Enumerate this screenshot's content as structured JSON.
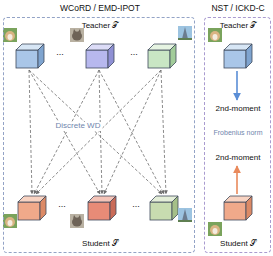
{
  "diagram": {
    "nodes": [
      {
        "text": [
          "WCoRD / EMD-IPOT",
          "Teacher 𝒯",
          "Discrete WD",
          "Student 𝒮"
        ]
      },
      {
        "text": [
          "NST / ICKD-C",
          "Teacher 𝒯",
          "2nd-moment",
          "Frobenius norm",
          "2nd-moment",
          "Student 𝒮"
        ]
      }
    ],
    "labels": [
      "...",
      "...",
      "...",
      "..."
    ]
  }
}
